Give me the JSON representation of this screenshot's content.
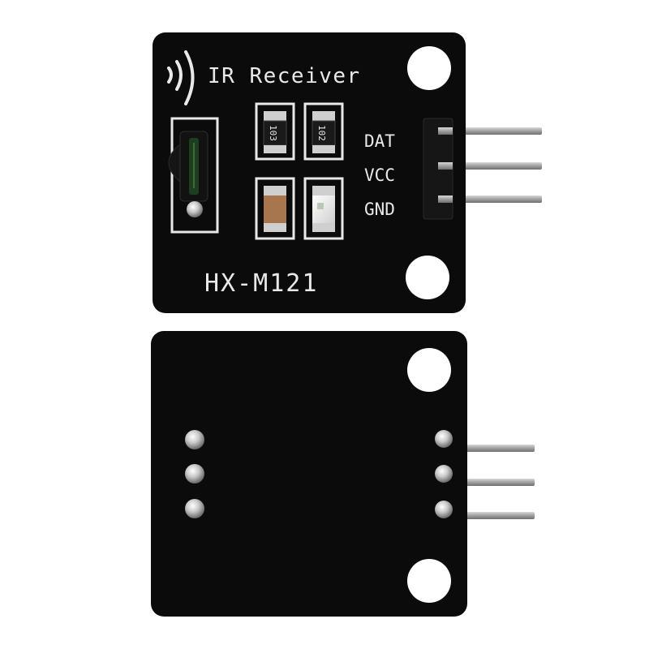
{
  "front_board": {
    "title": "IR Receiver",
    "model": "HX-M121",
    "pins": [
      "DAT",
      "VCC",
      "GND"
    ],
    "resistors": [
      "103",
      "102"
    ]
  },
  "colors": {
    "background": "#ffffff",
    "pcb": "#0b0b0b",
    "silkscreen": "#e9e9e9",
    "pin_metal": "#a9a9a9",
    "led_lens": "#ffffff",
    "receiver_window": "#1f3d1f"
  },
  "icons": {
    "signal": "ir-signal-waves-icon"
  }
}
